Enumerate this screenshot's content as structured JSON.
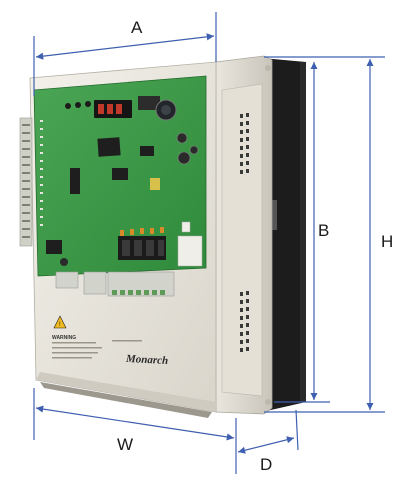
{
  "dimensions": {
    "a_label": "A",
    "b_label": "B",
    "h_label": "H",
    "w_label": "W",
    "d_label": "D"
  },
  "product": {
    "brand_label": "Monarch",
    "warning_heading": "WARNING"
  },
  "colors": {
    "dimension_line": "#3f5fb0",
    "pcb": "#3e9a48",
    "casing": "#ece9e1",
    "heatsink": "#1c1c1c"
  }
}
